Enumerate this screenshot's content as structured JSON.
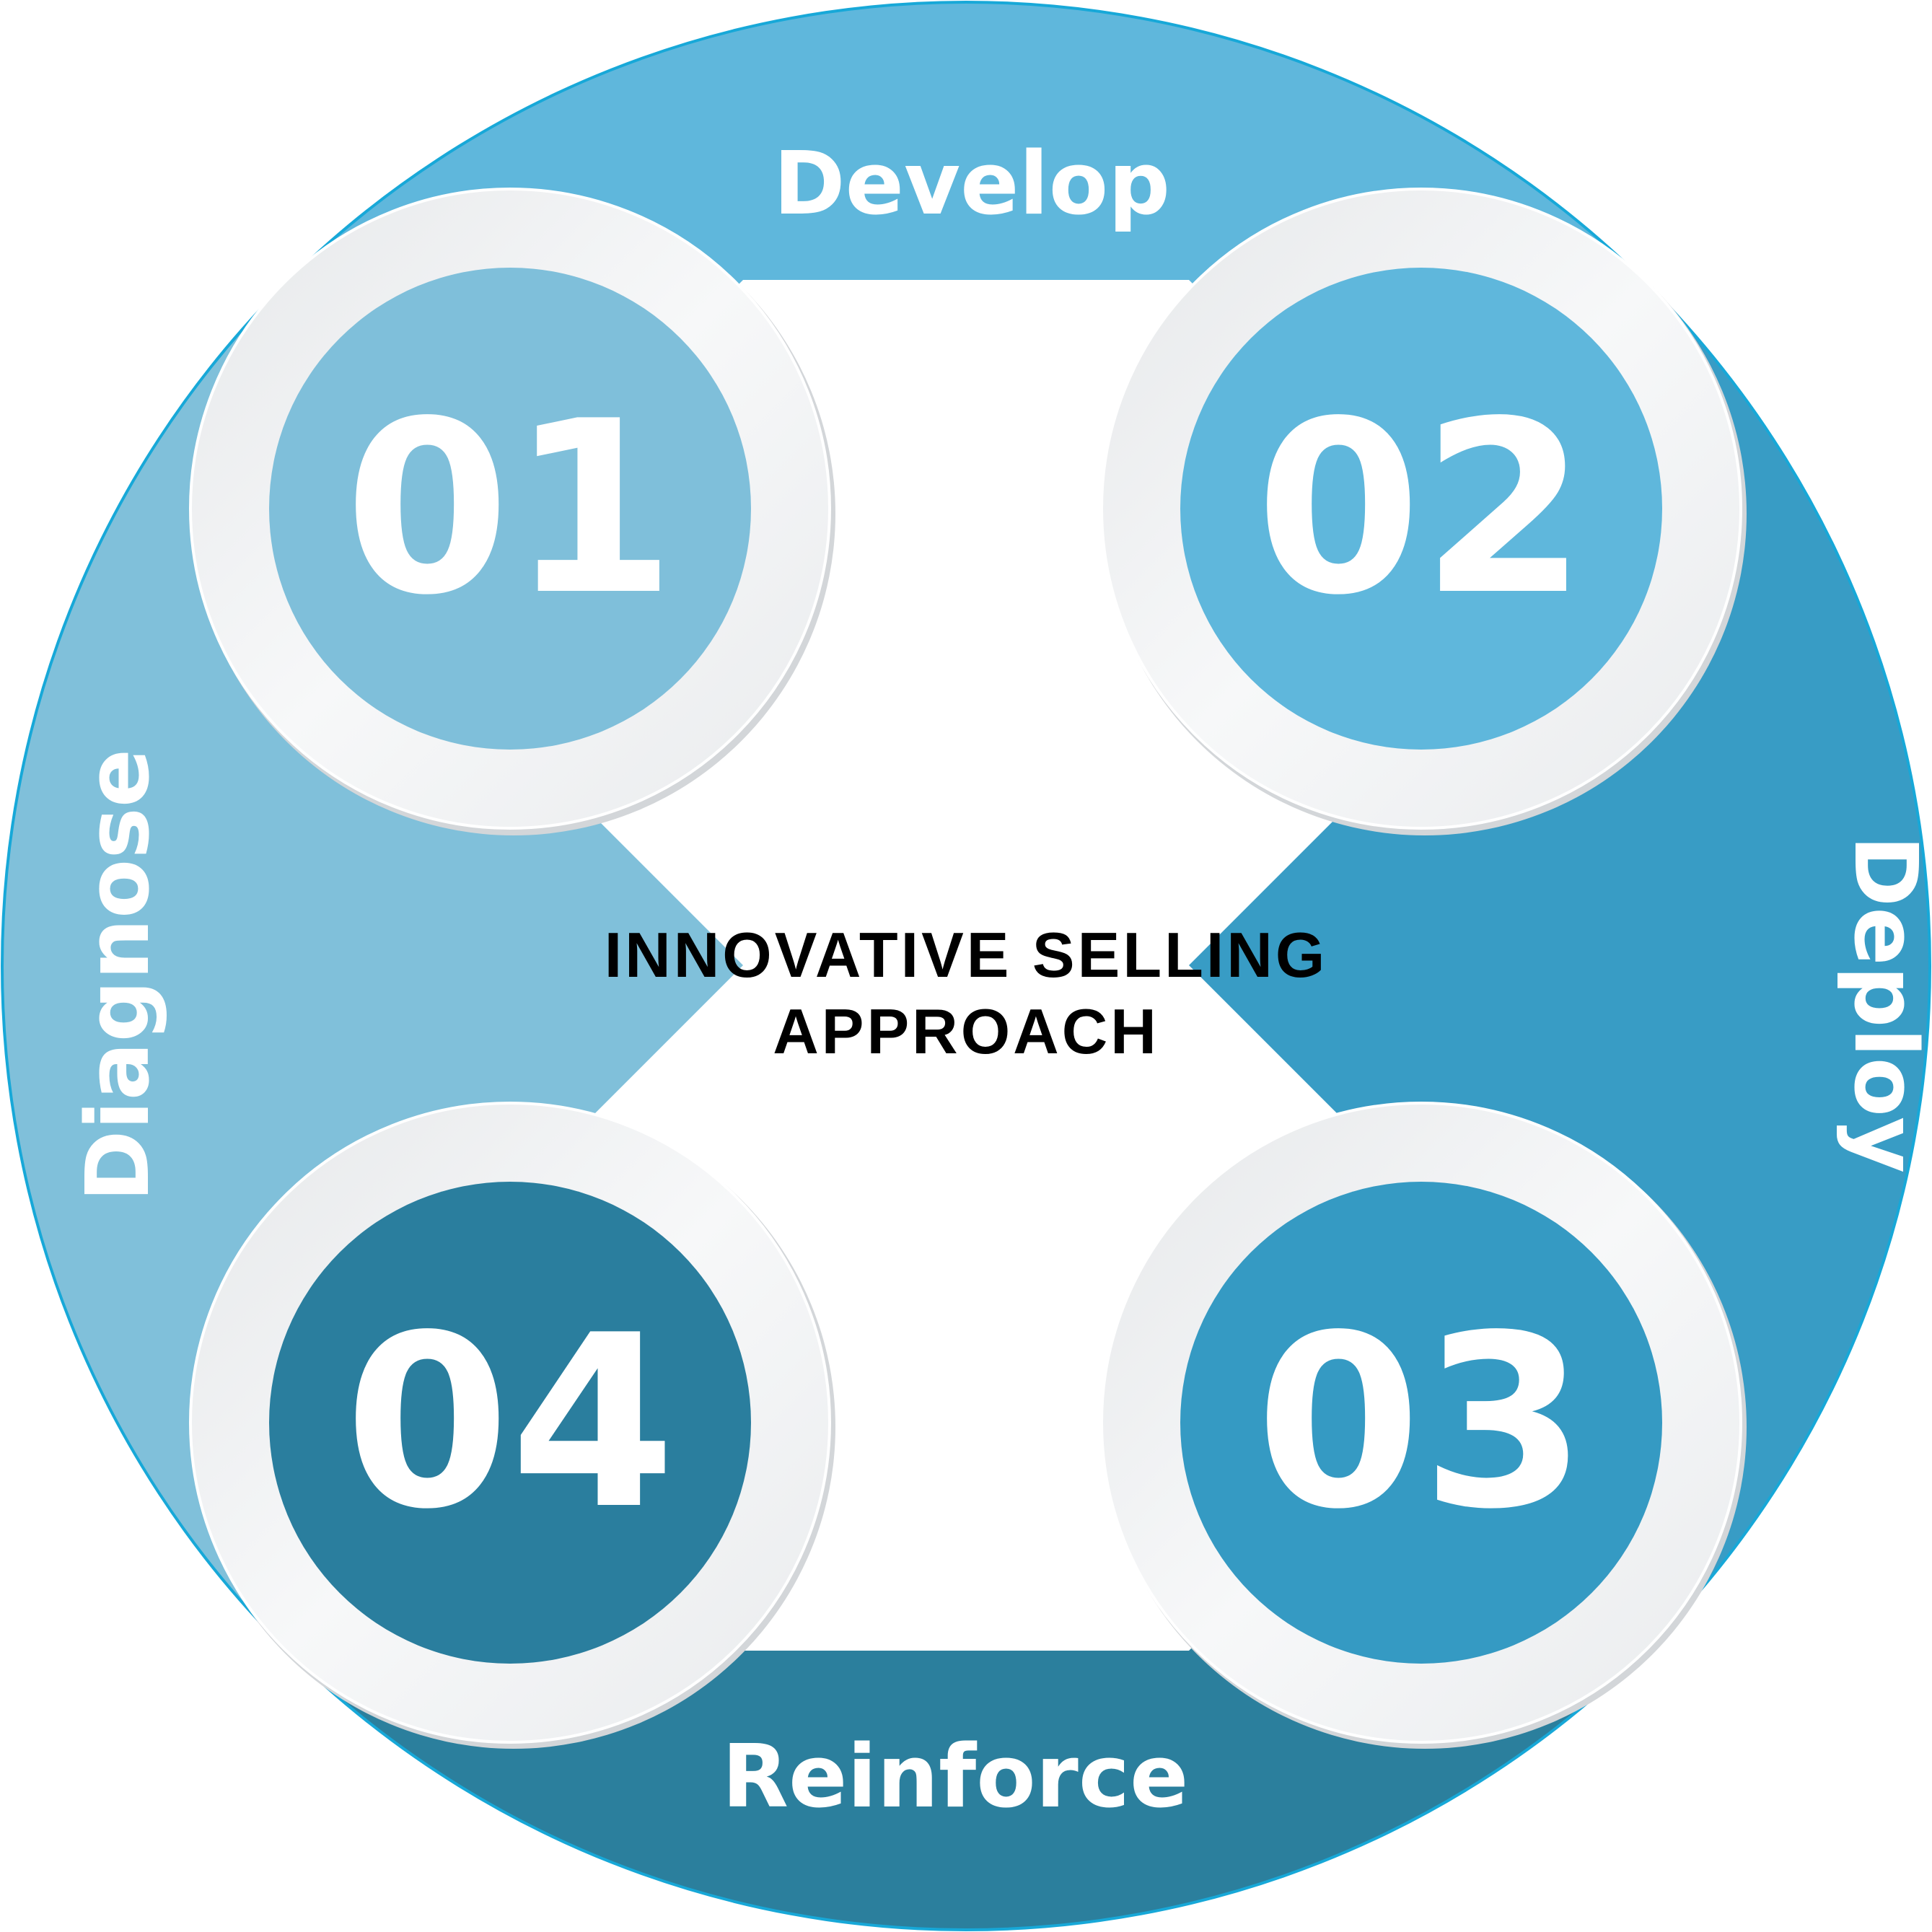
{
  "title_lines": [
    "INNOVATIVE SELLING",
    "APPROACH"
  ],
  "stages": [
    {
      "number": "01",
      "label": "Develop",
      "color": "#7fbfda"
    },
    {
      "number": "02",
      "label": "Deploy",
      "color": "#5fb7dc"
    },
    {
      "number": "03",
      "label": "Reinforce",
      "color": "#359ac3"
    },
    {
      "number": "04",
      "label": "Diagnose",
      "color": "#2a7e9e"
    }
  ],
  "colors": {
    "quadrant_top": "#5fb7dc",
    "quadrant_right": "#389cc5",
    "quadrant_bottom": "#2b7f9d",
    "quadrant_left": "#80c0da",
    "outer_rim": "#17a8d8",
    "ring_light": "#f5f6f7",
    "ring_shadow": "#d3d6d9",
    "center_background": "#ffffff",
    "center_text": "#000000"
  }
}
